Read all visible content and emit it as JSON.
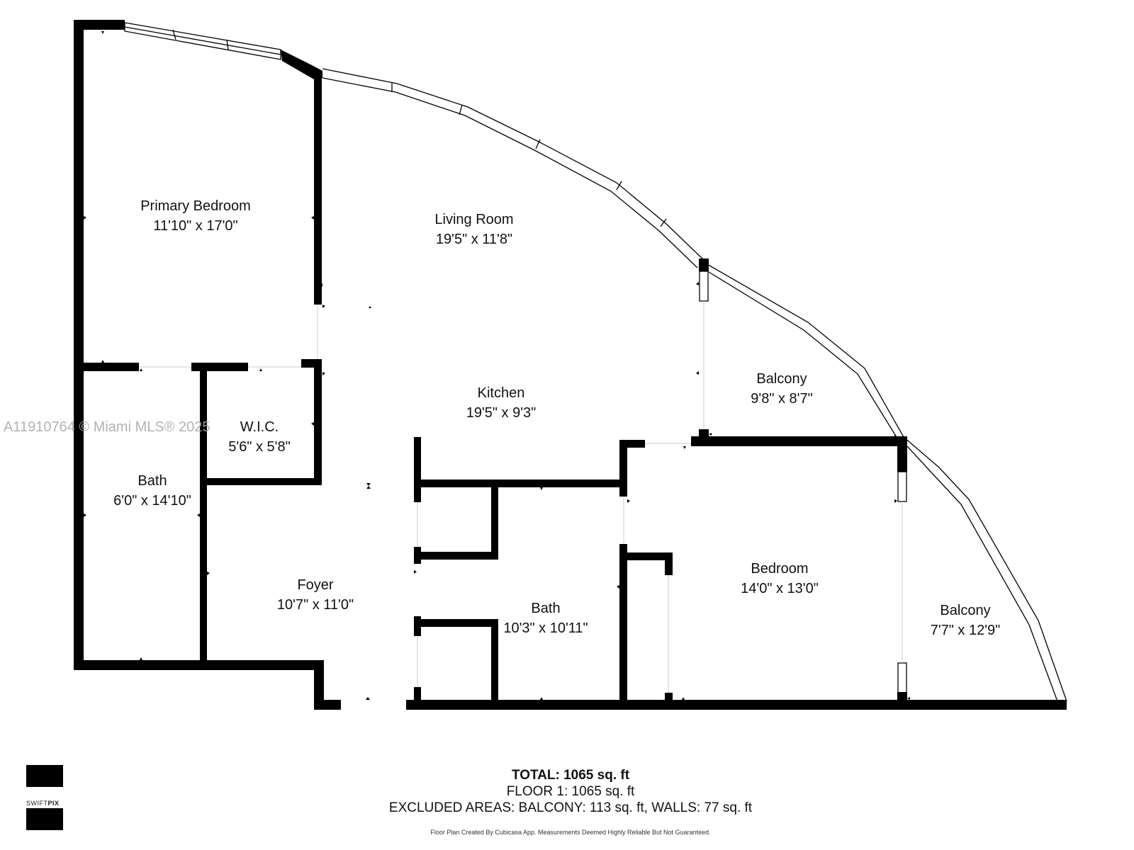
{
  "rooms": {
    "primary_bedroom": {
      "name": "Primary Bedroom",
      "size": "11'10\" x 17'0\""
    },
    "living_room": {
      "name": "Living Room",
      "size": "19'5\" x 11'8\""
    },
    "kitchen": {
      "name": "Kitchen",
      "size": "19'5\" x 9'3\""
    },
    "balcony_1": {
      "name": "Balcony",
      "size": "9'8\" x 8'7\""
    },
    "wic": {
      "name": "W.I.C.",
      "size": "5'6\" x 5'8\""
    },
    "bath_1": {
      "name": "Bath",
      "size": "6'0\" x 14'10\""
    },
    "foyer": {
      "name": "Foyer",
      "size": "10'7\" x 11'0\""
    },
    "bath_2": {
      "name": "Bath",
      "size": "10'3\" x 10'11\""
    },
    "bedroom": {
      "name": "Bedroom",
      "size": "14'0\" x 13'0\""
    },
    "balcony_2": {
      "name": "Balcony",
      "size": "7'7\" x 12'9\""
    }
  },
  "watermark": "A11910764 © Miami MLS® 2025",
  "totals": {
    "total": "TOTAL: 1065 sq. ft",
    "floor": "FLOOR 1: 1065 sq. ft",
    "excluded": "EXCLUDED AREAS: BALCONY: 113 sq. ft, WALLS: 77 sq. ft"
  },
  "disclaimer": "Floor Plan Created By Cubicasa App. Measurements Deemed Highly Reliable But Not Guaranteed.",
  "logo": {
    "brand_light": "SWIFT",
    "brand_bold": "PIX"
  },
  "colors": {
    "wall": "#000000",
    "window": "#ffffff",
    "watermark": "#aaaaaa"
  }
}
